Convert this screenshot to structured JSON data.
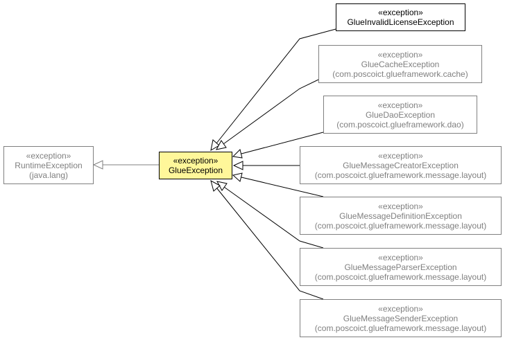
{
  "stereotype": "«exception»",
  "focus": {
    "name": "GlueException"
  },
  "parent": {
    "name": "RuntimeException",
    "package": "(java.lang)"
  },
  "subclasses": [
    {
      "name": "GlueInvalidLicenseException",
      "package": ""
    },
    {
      "name": "GlueCacheException",
      "package": "(com.poscoict.glueframework.cache)"
    },
    {
      "name": "GlueDaoException",
      "package": "(com.poscoict.glueframework.dao)"
    },
    {
      "name": "GlueMessageCreatorException",
      "package": "(com.poscoict.glueframework.message.layout)"
    },
    {
      "name": "GlueMessageDefinitionException",
      "package": "(com.poscoict.glueframework.message.layout)"
    },
    {
      "name": "GlueMessageParserException",
      "package": "(com.poscoict.glueframework.message.layout)"
    },
    {
      "name": "GlueMessageSenderException",
      "package": "(com.poscoict.glueframework.message.layout)"
    }
  ],
  "colors": {
    "focus_fill": "#fff79a",
    "line": "#000000",
    "muted": "#7f7f7f"
  }
}
